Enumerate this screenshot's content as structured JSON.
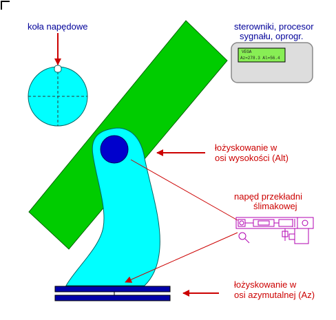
{
  "labels": {
    "drive_wheels": "koła napędowe",
    "controllers_line1": "sterowniki, procesor",
    "controllers_line2": "sygnału, oprogr.",
    "alt_bearing_line1": "łożyskowanie  w",
    "alt_bearing_line2": "osi wysokości (Alt)",
    "worm_drive_line1": "napęd przekładni",
    "worm_drive_line2": "ślimakowej",
    "az_bearing_line1": "łożyskowanie  w",
    "az_bearing_line2": "osi azymutalnej (Az)"
  },
  "device_display": {
    "line1": "VEGA",
    "line2": "Az=278.3  Al=56.4"
  },
  "colors": {
    "tube": "#00cc00",
    "fork": "#00ffff",
    "alt_bearing": "#0000cc",
    "az_plates": "#0000aa",
    "arrows": "#cc0000",
    "label_dark": "#000099",
    "worm_drive": "#b000b0",
    "wheel": "#00ffff"
  }
}
